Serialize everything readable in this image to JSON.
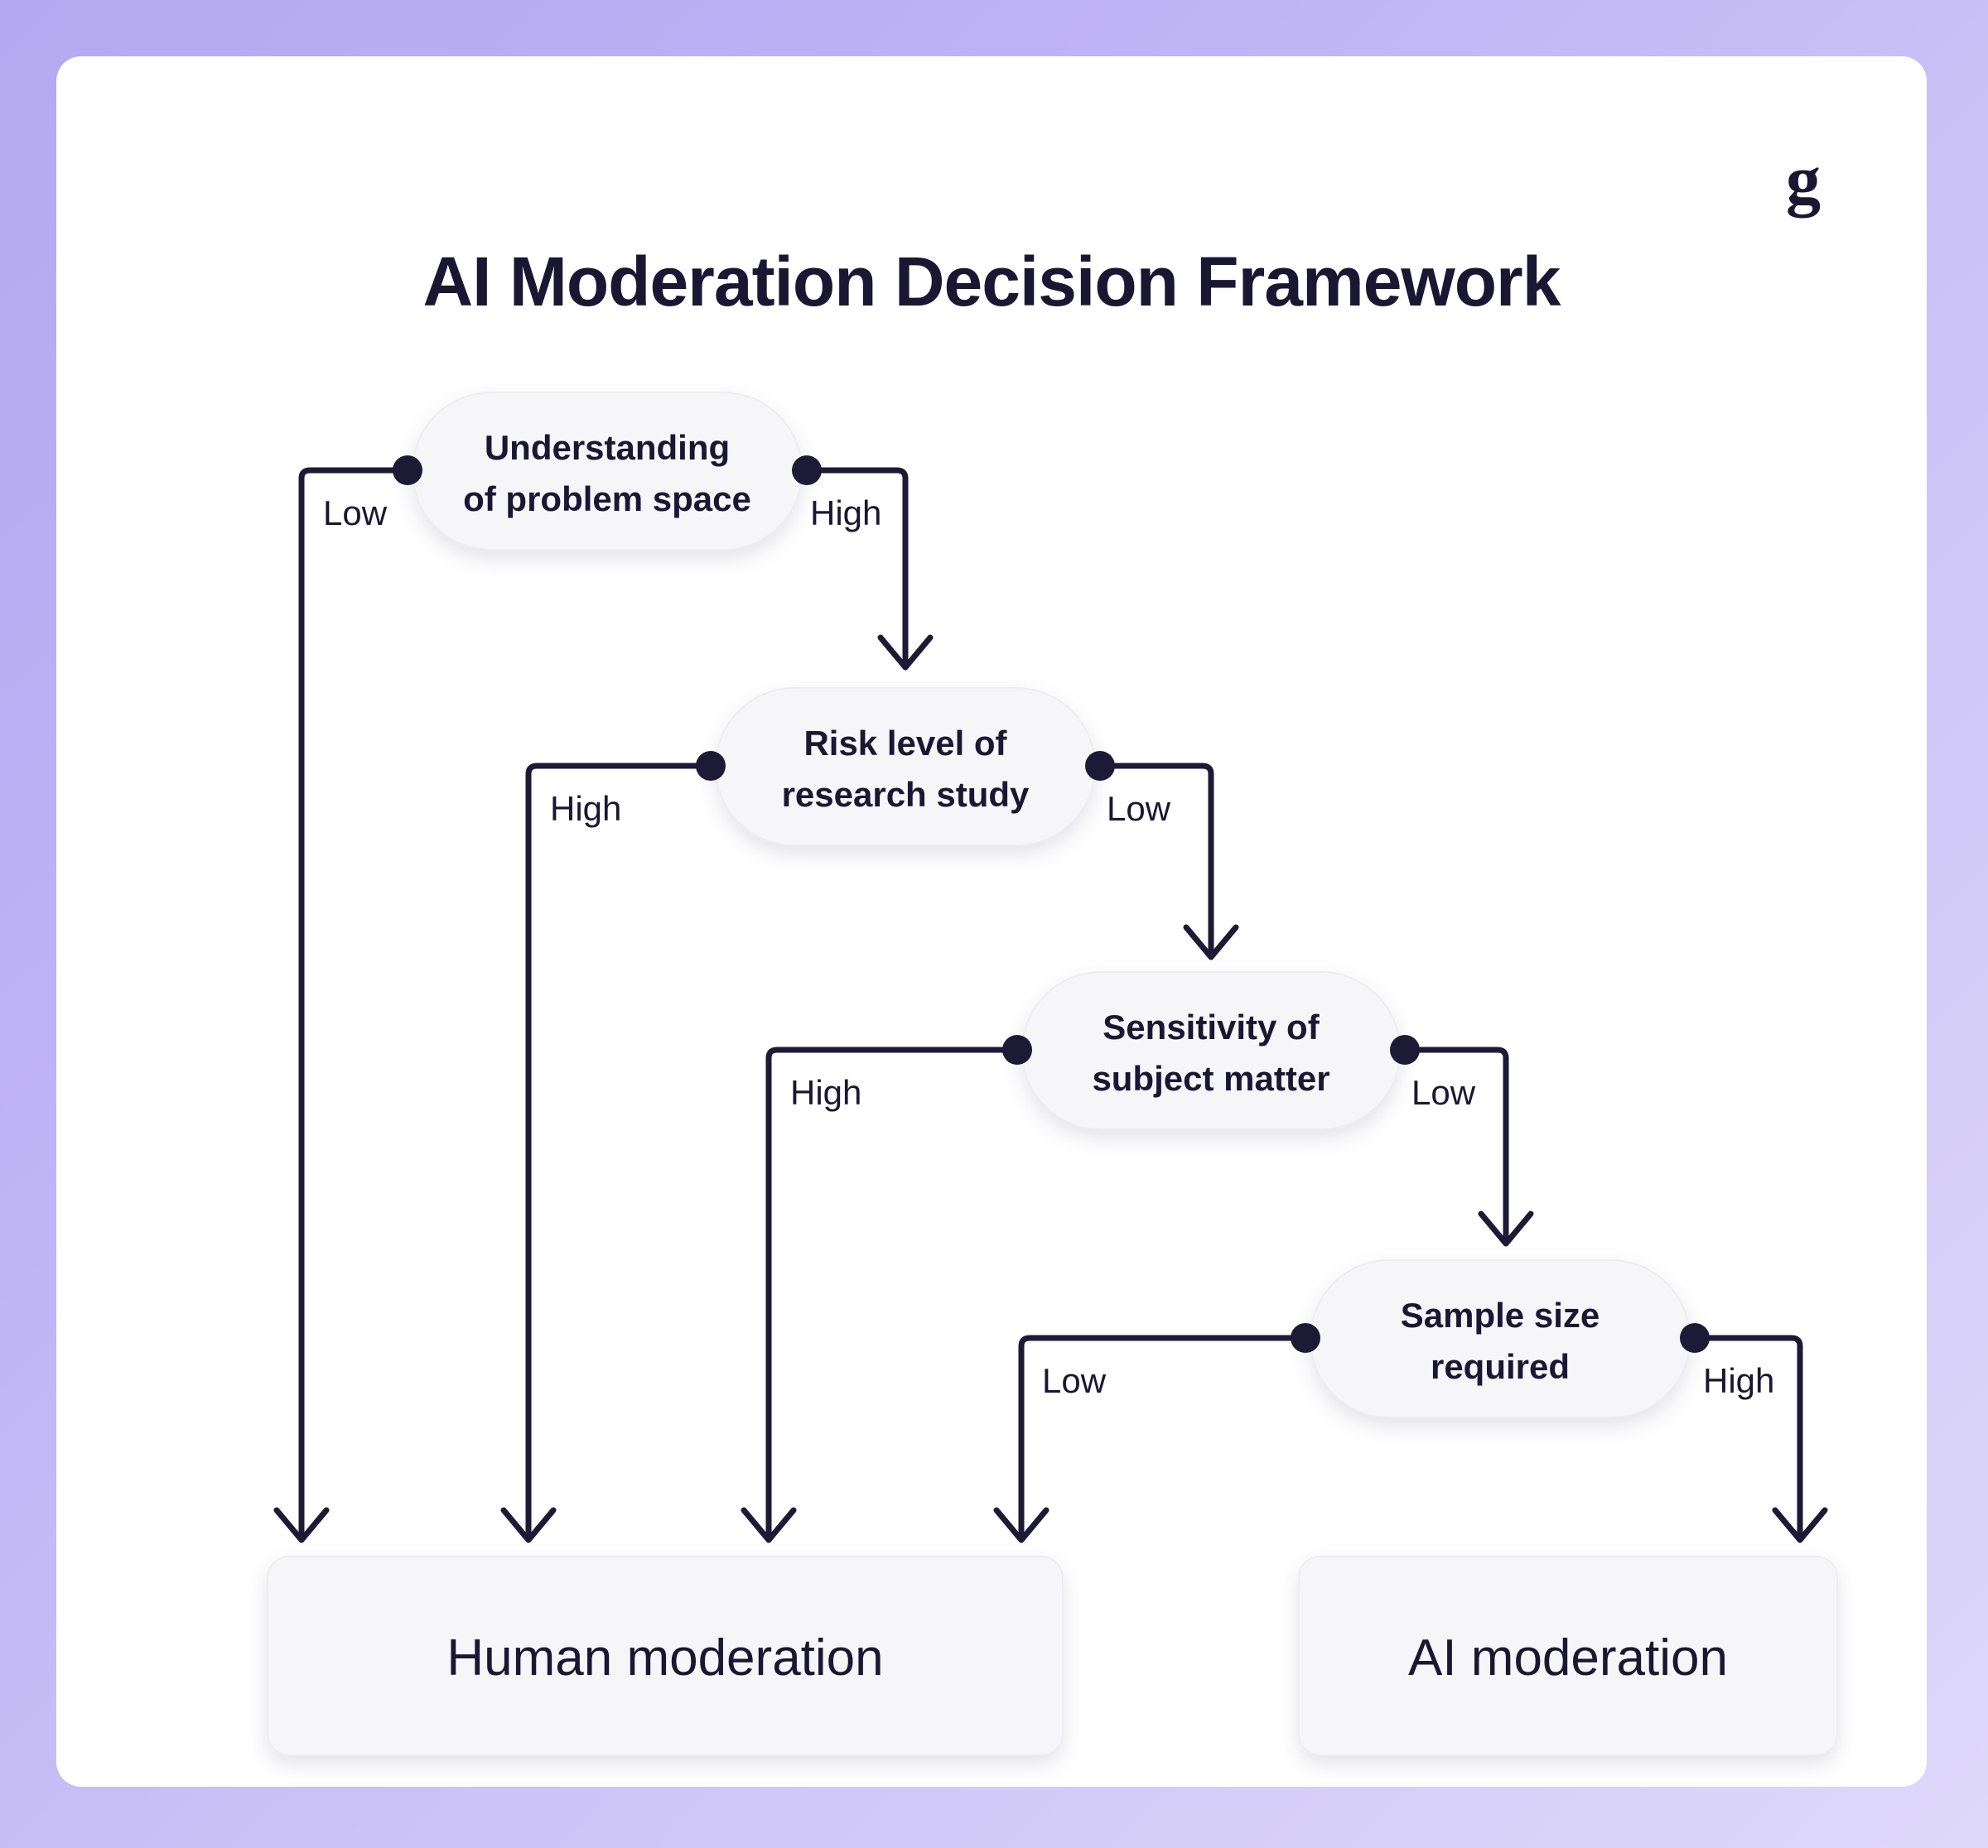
{
  "page": {
    "title": "AI Moderation Decision Framework",
    "logo_glyph": "g",
    "background_gradient_from": "#b4a8f2",
    "background_gradient_to": "#ded8fa",
    "card_background": "#ffffff",
    "accent_color": "#1d1a36",
    "node_fill": "#f6f6f8",
    "text_color": "#191732"
  },
  "diagram": {
    "type": "flowchart",
    "decision_nodes": [
      {
        "id": "understanding",
        "label_line1": "Understanding",
        "label_line2": "of problem space"
      },
      {
        "id": "risk",
        "label_line1": "Risk level of",
        "label_line2": "research study"
      },
      {
        "id": "sensitivity",
        "label_line1": "Sensitivity of",
        "label_line2": "subject matter"
      },
      {
        "id": "sample",
        "label_line1": "Sample size",
        "label_line2": "required"
      }
    ],
    "outcomes": [
      {
        "id": "human",
        "label": "Human moderation"
      },
      {
        "id": "ai",
        "label": "AI moderation"
      }
    ],
    "edges": [
      {
        "from": "understanding",
        "to": "human",
        "label": "Low",
        "side": "left"
      },
      {
        "from": "understanding",
        "to": "risk",
        "label": "High",
        "side": "right"
      },
      {
        "from": "risk",
        "to": "human",
        "label": "High",
        "side": "left"
      },
      {
        "from": "risk",
        "to": "sensitivity",
        "label": "Low",
        "side": "right"
      },
      {
        "from": "sensitivity",
        "to": "human",
        "label": "High",
        "side": "left"
      },
      {
        "from": "sensitivity",
        "to": "sample",
        "label": "Low",
        "side": "right"
      },
      {
        "from": "sample",
        "to": "human",
        "label": "Low",
        "side": "left"
      },
      {
        "from": "sample",
        "to": "ai",
        "label": "High",
        "side": "right"
      }
    ]
  }
}
